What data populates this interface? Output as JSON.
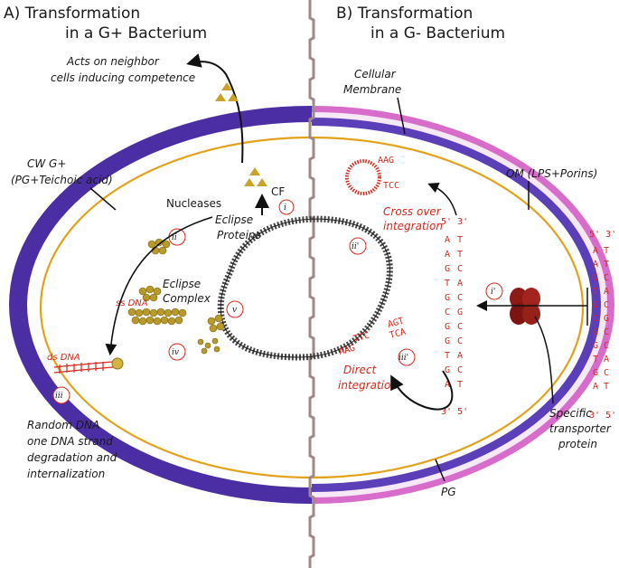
{
  "panel_a": {
    "title_line1": "A) Transformation",
    "title_line2": "in a G+ Bacterium",
    "acts_line1": "Acts on neighbor",
    "acts_line2": "cells inducing competence",
    "cw_line1": "CW G+",
    "cw_line2": "(PG+Teichoic acid)",
    "nucleases": "Nucleases",
    "cf": "CF",
    "eclipse_proteins_line1": "Eclipse",
    "eclipse_proteins_line2": "Proteins",
    "eclipse_complex_line1": "Eclipse",
    "eclipse_complex_line2": "Complex",
    "ss_dna": "ss DNA",
    "ds_dna": "ds DNA",
    "random_line1": "Random DNA",
    "random_line2": "one DNA strand",
    "random_line3": "degradation and",
    "random_line4": "internalization",
    "step_i": "i",
    "step_ii": "ii",
    "step_iii": "iii",
    "step_iv": "iv",
    "step_v": "v"
  },
  "panel_b": {
    "title_line1": "B) Transformation",
    "title_line2": "in a G- Bacterium",
    "membrane_line1": "Cellular",
    "membrane_line2": "Membrane",
    "om": "OM (LPS+Porins)",
    "crossover_line1": "Cross over",
    "crossover_line2": "integration",
    "direct_line1": "Direct",
    "direct_line2": "integration",
    "transporter_line1": "Specific",
    "transporter_line2": "transporter",
    "transporter_line3": "protein",
    "pg": "PG",
    "step_i": "i'",
    "step_ii": "ii'",
    "step_iii": "iii'",
    "loop_bases_top": "AAG",
    "loop_bases_side": "TCC",
    "strand_top": "5' 3'",
    "strand_bottom": "3' 5'",
    "inner_left_bases": [
      "A",
      "A",
      "G",
      "T",
      "G",
      "C",
      "G",
      "G",
      "T",
      "G",
      "A"
    ],
    "inner_right_bases": [
      "T",
      "T",
      "C",
      "A",
      "C",
      "G",
      "C",
      "C",
      "A",
      "C",
      "T"
    ],
    "outer_left_bases": [
      "A",
      "A",
      "G",
      "T",
      "G",
      "C",
      "G",
      "G",
      "T",
      "G",
      "A"
    ],
    "outer_right_bases": [
      "T",
      "T",
      "C",
      "A",
      "C",
      "G",
      "C",
      "C",
      "A",
      "C",
      "T"
    ],
    "direct_bases_1": "AGT",
    "direct_bases_2": "TCA",
    "direct_bases_3": "TTC",
    "direct_bases_4": "AAG"
  },
  "colors": {
    "gpos_wall": "#4b2ea3",
    "gneg_outer": "#d66ac9",
    "membrane": "#e2a21a",
    "red_text": "#d42a1e",
    "divider": "#a08a86",
    "transporter": "#8e1a16"
  }
}
